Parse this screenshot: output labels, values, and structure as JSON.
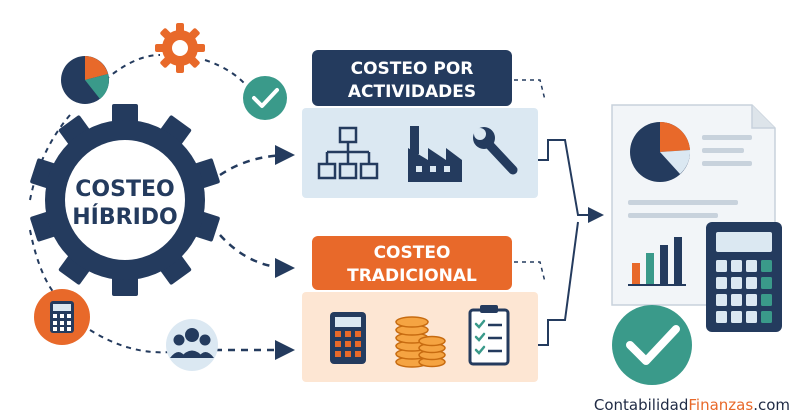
{
  "center": {
    "line1": "COSTEO",
    "line2": "HÍBRIDO"
  },
  "activity": {
    "line1": "COSTEO POR",
    "line2": "ACTIVIDADES"
  },
  "traditional": {
    "line1": "COSTEO",
    "line2": "TRADICIONAL"
  },
  "brand": {
    "part1": "Contabilidad",
    "part2": "Finanzas",
    "part3": ".com"
  },
  "colors": {
    "navy": "#243b5e",
    "orange": "#e8692a",
    "teal": "#3a9a8a",
    "light_blue": "#dbe8f2",
    "light_orange": "#fde6d3"
  },
  "icons": {
    "around_center": [
      "pie-chart-icon",
      "gear-icon",
      "check-icon",
      "calculator-icon",
      "people-icon"
    ],
    "activity_panel": [
      "org-chart-icon",
      "factory-icon",
      "wrench-icon"
    ],
    "traditional_panel": [
      "calculator-icon",
      "coins-icon",
      "clipboard-icon"
    ],
    "report": [
      "document-icon",
      "pie-chart-icon",
      "bar-chart-icon",
      "calculator-icon",
      "check-icon"
    ]
  }
}
